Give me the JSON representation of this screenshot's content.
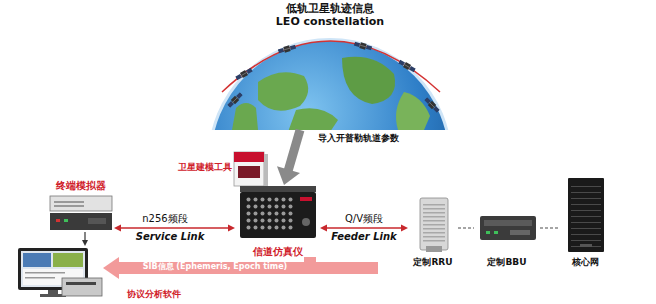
{
  "diagram": {
    "nodes": [
      {
        "text": [
          "低轨卫星轨迹信息",
          "LEO constellation"
        ]
      },
      {
        "text": [
          "卫星建模工具"
        ]
      },
      {
        "text": [
          "信道仿真仪"
        ]
      },
      {
        "text": [
          "终端模拟器"
        ]
      },
      {
        "text": [
          "协议分析软件"
        ]
      },
      {
        "text": [
          "定制RRU"
        ]
      },
      {
        "text": [
          "定制BBU"
        ]
      },
      {
        "text": [
          "核心网"
        ]
      }
    ],
    "edges": [
      {
        "from": 0,
        "to": 2,
        "label": "导入开普勒轨道参数",
        "arrow": "to"
      },
      {
        "from": 3,
        "to": 2,
        "label": "n256频段",
        "arrow": "both"
      },
      {
        "from": 2,
        "to": 5,
        "label": "Q/V频段",
        "arrow": "both"
      },
      {
        "from": 5,
        "to": 6,
        "arrow": "none"
      },
      {
        "from": 6,
        "to": 7,
        "arrow": "none"
      },
      {
        "from": 3,
        "to": 4,
        "arrow": "to"
      },
      {
        "from": 2,
        "to": 4,
        "label": "SIB信息 (Ephemeris, Epoch time)",
        "arrow": "to"
      }
    ],
    "labels": [
      "Service Link",
      "Feeder Link"
    ]
  }
}
